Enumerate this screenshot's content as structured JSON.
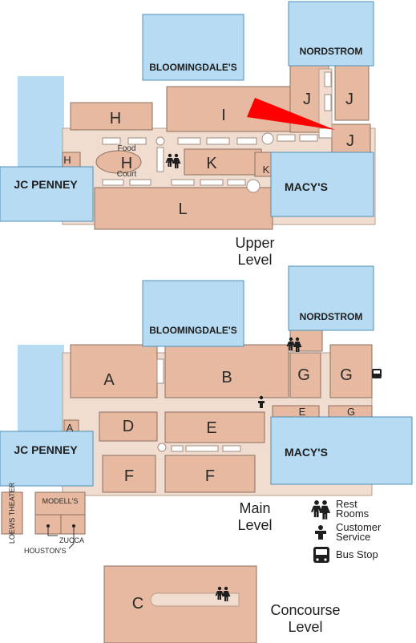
{
  "anchors": {
    "bloomingdales": "BLOOMINGDALE'S",
    "nordstrom": "NORDSTROM",
    "jc_penney": "JC PENNEY",
    "macys": "MACY'S"
  },
  "upper": {
    "level_line1": "Upper",
    "level_line2": "Level",
    "food_court_line1": "Food",
    "food_court_line2": "Court",
    "stores": {
      "h": "H",
      "i": "I",
      "j": "J",
      "k": "K",
      "l": "L"
    }
  },
  "main": {
    "level_line1": "Main",
    "level_line2": "Level",
    "stores": {
      "a": "A",
      "b": "B",
      "d": "D",
      "e": "E",
      "f": "F",
      "g": "G"
    }
  },
  "concourse": {
    "level_line1": "Concourse",
    "level_line2": "Level",
    "stores": {
      "c": "C"
    }
  },
  "outparcels": {
    "loews": "LOEWS THEATER",
    "modells": "MODELL'S",
    "zucca": "ZUCCA",
    "houstons": "HOUSTON'S"
  },
  "legend": {
    "restrooms_line1": "Rest",
    "restrooms_line2": "Rooms",
    "service_line1": "Customer",
    "service_line2": "Service",
    "bus_stop": "Bus Stop",
    "restrooms_icon": "restrooms-icon",
    "service_icon": "customer-service-icon",
    "bus_icon": "bus-icon"
  },
  "colors": {
    "anchor": "#b7dbf2",
    "store": "#e7b9a0",
    "corridor": "#f1ddd0",
    "you_are_here": "#ff0000"
  }
}
